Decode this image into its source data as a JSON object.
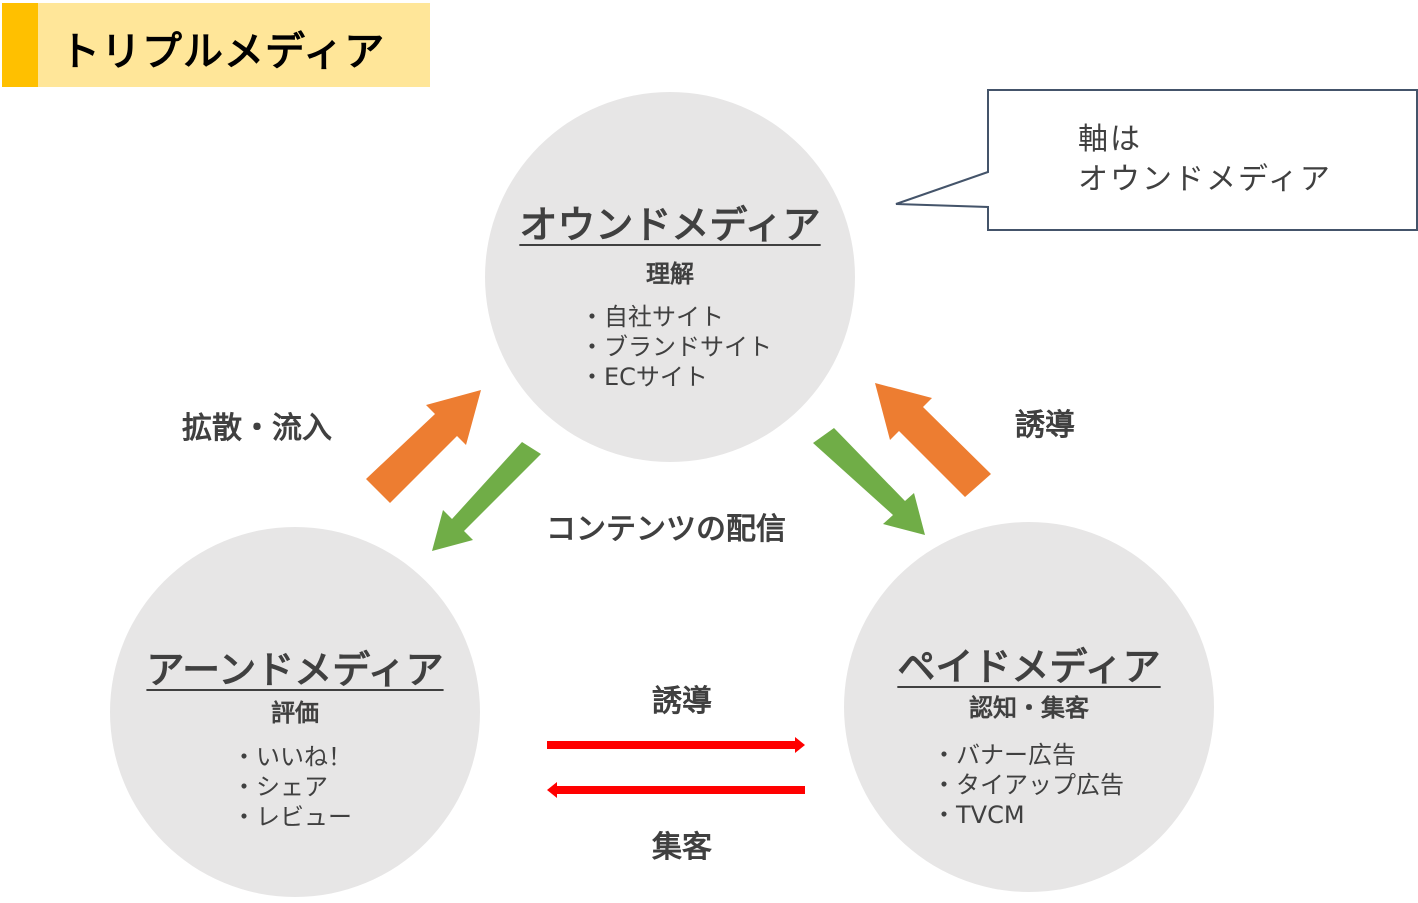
{
  "title": "トリプルメディア",
  "callout": {
    "line1": "軸は",
    "line2": "オウンドメディア"
  },
  "owned": {
    "title": "オウンドメディア",
    "role": "理解",
    "items": [
      "・自社サイト",
      "・ブランドサイト",
      "・ECサイト"
    ]
  },
  "earned": {
    "title": "アーンドメディア",
    "role": "評価",
    "items": [
      "・いいね！",
      "・シェア",
      "・レビュー"
    ]
  },
  "paid": {
    "title": "ペイドメディア",
    "role": "認知・集客",
    "items": [
      "・バナー広告",
      "・タイアップ広告",
      "・TVCM"
    ]
  },
  "labels": {
    "spread": "拡散・流入",
    "guide_right": "誘導",
    "content": "コンテンツの配信",
    "guide_bottom": "誘導",
    "attract": "集客"
  },
  "colors": {
    "orange": "#ED7D31",
    "green": "#70AD47",
    "red": "#FF0000",
    "circle": "#E7E6E6"
  }
}
